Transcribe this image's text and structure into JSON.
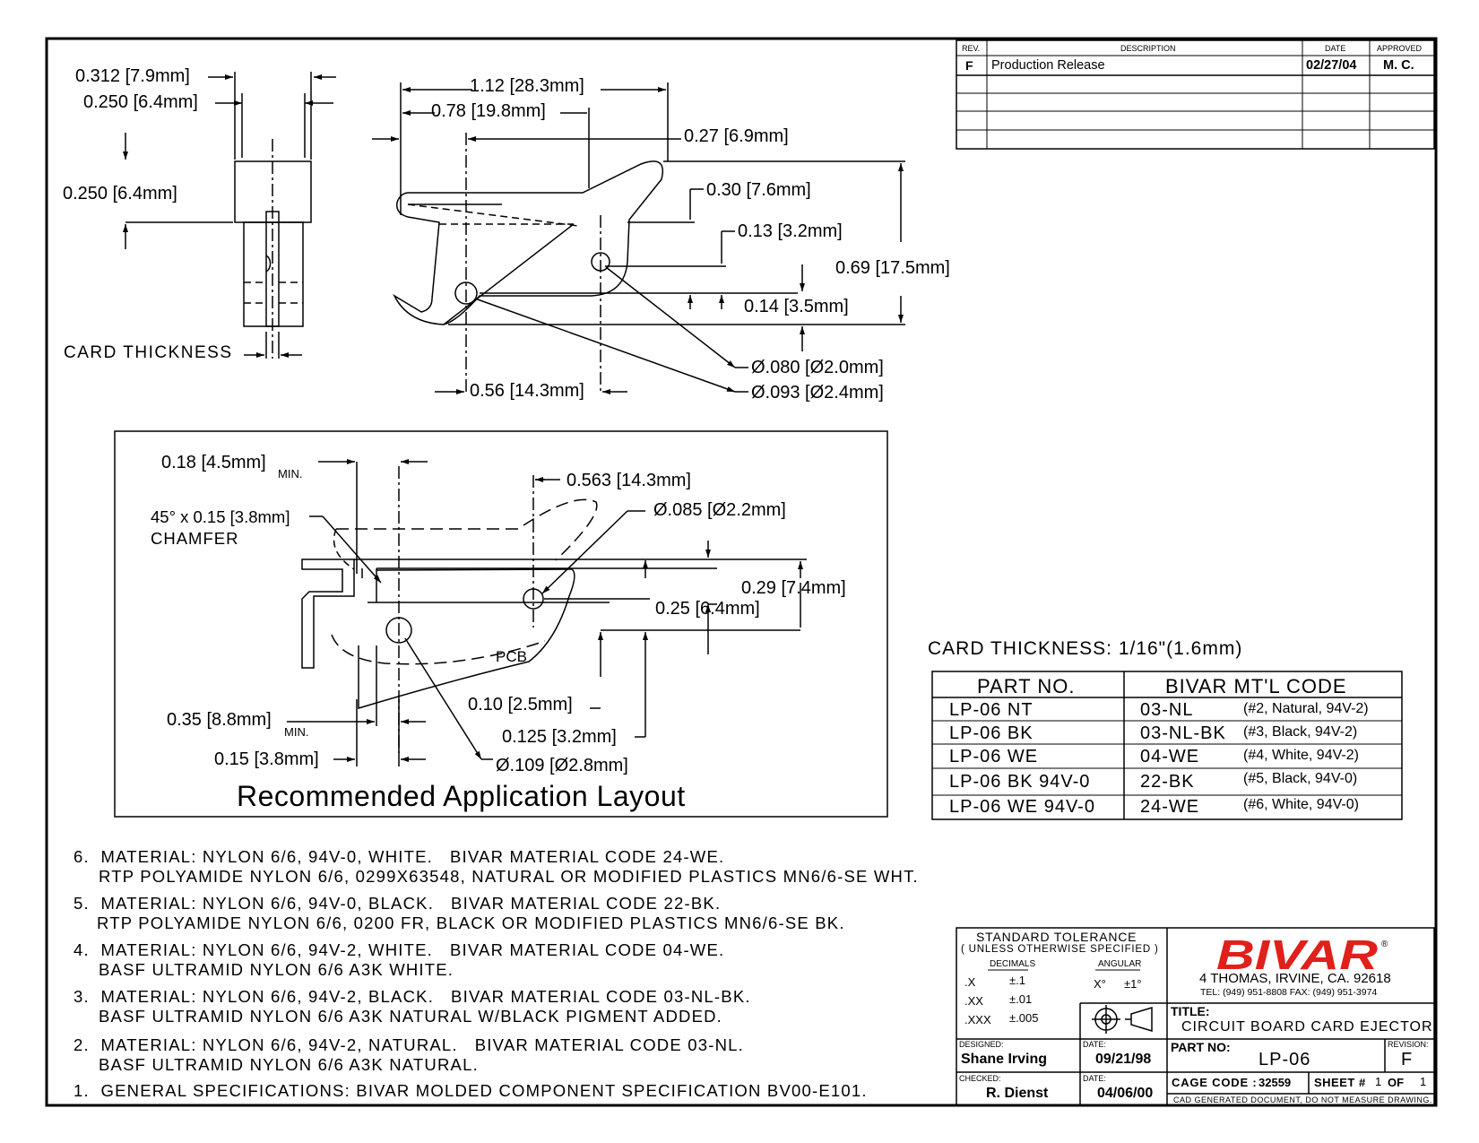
{
  "revision_block": {
    "headers": {
      "rev": "REV.",
      "description": "DESCRIPTION",
      "date": "DATE",
      "approved": "APPROVED"
    },
    "rows": [
      {
        "rev": "F",
        "description": "Production Release",
        "date": "02/27/04",
        "approved": "M. C."
      }
    ]
  },
  "end_view": {
    "dim_outer": "0.312 [7.9mm]",
    "dim_inner": "0.250 [6.4mm]",
    "dim_height": "0.250 [6.4mm]",
    "card_thickness": "CARD THICKNESS"
  },
  "side_view": {
    "d1": "1.12 [28.3mm]",
    "d2": "0.78 [19.8mm]",
    "d3": "0.27 [6.9mm]",
    "d4": "0.30 [7.6mm]",
    "d5": "0.13 [3.2mm]",
    "d6": "0.69 [17.5mm]",
    "d7": "0.14 [3.5mm]",
    "d8": "Ø.080 [Ø2.0mm]",
    "d9": "Ø.093 [Ø2.4mm]",
    "d10": "0.56 [14.3mm]"
  },
  "layout_view": {
    "title": "Recommended Application Layout",
    "d1": "0.18 [4.5mm]",
    "min": "MIN.",
    "chamfer1": "45° x 0.15 [3.8mm]",
    "chamfer2": "CHAMFER",
    "d2": "0.563 [14.3mm]",
    "d3": "Ø.085 [Ø2.2mm]",
    "d4": "0.29 [7.4mm]",
    "d5": "0.25 [6.4mm]",
    "pcb": "PCB",
    "d6": "0.10 [2.5mm]",
    "d7": "0.35 [8.8mm]",
    "d8": "0.125 [3.2mm]",
    "d9": "0.15 [3.8mm]",
    "d10": "Ø.109 [Ø2.8mm]"
  },
  "card_thickness_note": "CARD THICKNESS: 1/16\"(1.6mm)",
  "parts_table": {
    "headers": [
      "PART NO.",
      "BIVAR MT'L CODE"
    ],
    "rows": [
      {
        "part": "LP-06 NT",
        "code": "03-NL",
        "desc": "(#2, Natural, 94V-2)"
      },
      {
        "part": "LP-06 BK",
        "code": "03-NL-BK",
        "desc": "(#3, Black, 94V-2)"
      },
      {
        "part": "LP-06 WE",
        "code": "04-WE",
        "desc": "(#4, White, 94V-2)"
      },
      {
        "part": "LP-06 BK  94V-0",
        "code": "22-BK",
        "desc": "(#5, Black, 94V-0)"
      },
      {
        "part": "LP-06 WE 94V-0",
        "code": "24-WE",
        "desc": "(#6, White, 94V-0)"
      }
    ]
  },
  "notes": [
    {
      "l1": "6.  MATERIAL: NYLON 6/6, 94V-0, WHITE.   BIVAR MATERIAL CODE 24-WE.",
      "l2": "RTP POLYAMIDE NYLON 6/6, 0299X63548, NATURAL OR MODIFIED PLASTICS MN6/6-SE WHT."
    },
    {
      "l1": "5.  MATERIAL: NYLON 6/6, 94V-0, BLACK.   BIVAR MATERIAL CODE 22-BK.",
      "l2": "RTP POLYAMIDE NYLON 6/6, 0200 FR, BLACK OR MODIFIED PLASTICS MN6/6-SE BK."
    },
    {
      "l1": "4.  MATERIAL: NYLON 6/6, 94V-2, WHITE.   BIVAR MATERIAL CODE 04-WE.",
      "l2": "BASF ULTRAMID NYLON 6/6 A3K WHITE."
    },
    {
      "l1": "3.  MATERIAL: NYLON 6/6, 94V-2, BLACK.   BIVAR MATERIAL CODE 03-NL-BK.",
      "l2": "BASF ULTRAMID NYLON 6/6 A3K NATURAL W/BLACK PIGMENT ADDED."
    },
    {
      "l1": "2.  MATERIAL: NYLON 6/6, 94V-2, NATURAL.   BIVAR MATERIAL CODE 03-NL.",
      "l2": "BASF ULTRAMID NYLON 6/6 A3K NATURAL."
    },
    {
      "l1": "1.  GENERAL SPECIFICATIONS: BIVAR MOLDED COMPONENT SPECIFICATION BV00-E101.",
      "l2": ""
    }
  ],
  "title_block": {
    "tol_title": "STANDARD TOLERANCE",
    "tol_sub": "( UNLESS OTHERWISE SPECIFIED )",
    "decimals": "DECIMALS",
    "angular": "ANGULAR",
    "x": ".X",
    "x_val": "±.1",
    "xx": ".XX",
    "xx_val": "±.01",
    "xxx": ".XXX",
    "xxx_val": "±.005",
    "ang": "X°",
    "ang_val": "±1°",
    "logo": "BIVAR",
    "address": "4  THOMAS, IRVINE, CA. 92618",
    "phone": "TEL: (949) 951-8808     FAX: (949) 951-3974",
    "title_label": "TITLE:",
    "title": "CIRCUIT BOARD CARD EJECTOR",
    "designed_label": "DESIGNED:",
    "designed": "Shane Irving",
    "date_label": "DATE:",
    "designed_date": "09/21/98",
    "checked_label": "CHECKED:",
    "checked": "R. Dienst",
    "checked_date": "04/06/00",
    "partno_label": "PART NO:",
    "partno": "LP-06",
    "revision_label": "REVISION:",
    "revision": "F",
    "cage_label": "CAGE CODE :",
    "cage": "32559",
    "sheet_label": "SHEET #",
    "sheet": "1",
    "of_label": "OF",
    "of": "1",
    "cad_note": "CAD GENERATED DOCUMENT, DO NOT MEASURE DRAWING."
  },
  "colors": {
    "logo": "#e0201b",
    "ink": "#000000"
  }
}
